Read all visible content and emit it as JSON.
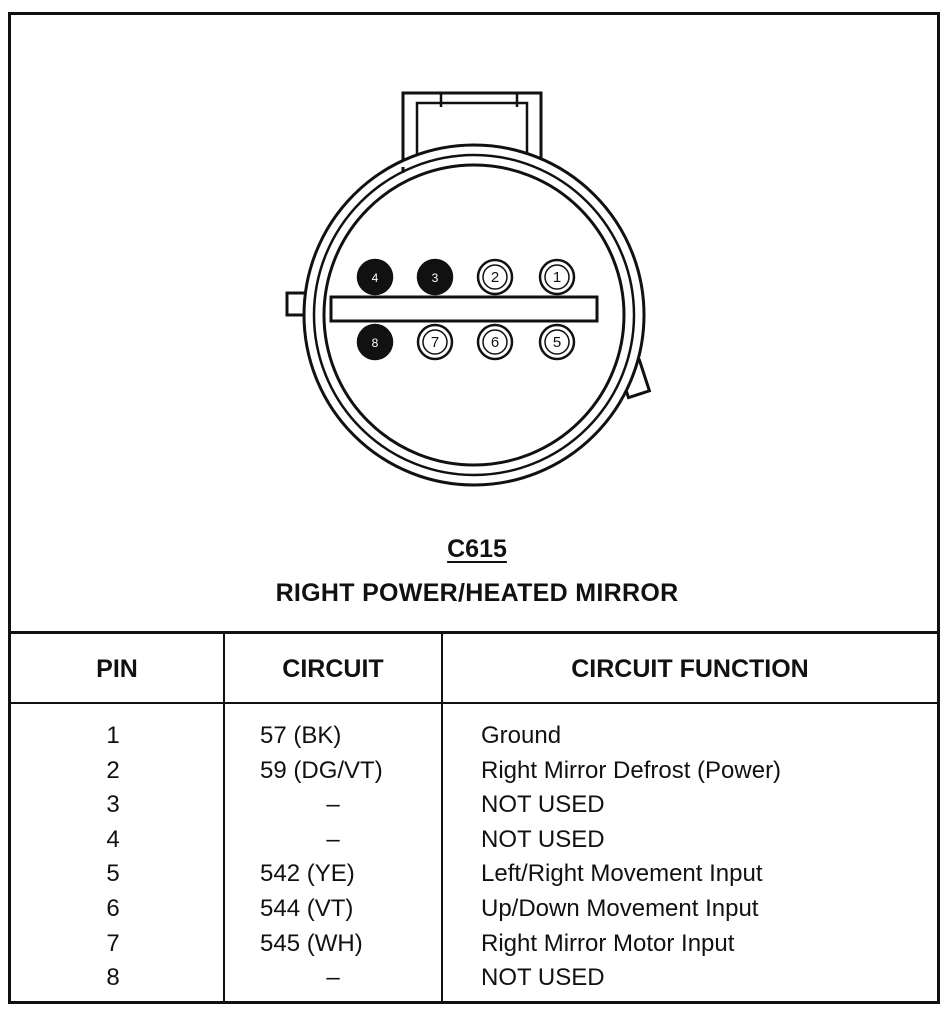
{
  "connector": {
    "id": "C615",
    "name": "RIGHT POWER/HEATED MIRROR"
  },
  "diagram": {
    "top_row": [
      {
        "pin": "4",
        "filled": true
      },
      {
        "pin": "3",
        "filled": true
      },
      {
        "pin": "2",
        "filled": false
      },
      {
        "pin": "1",
        "filled": false
      }
    ],
    "bottom_row": [
      {
        "pin": "8",
        "filled": true
      },
      {
        "pin": "7",
        "filled": false
      },
      {
        "pin": "6",
        "filled": false
      },
      {
        "pin": "5",
        "filled": false
      }
    ]
  },
  "table": {
    "headers": {
      "pin": "PIN",
      "circuit": "CIRCUIT",
      "function": "CIRCUIT FUNCTION"
    },
    "rows": [
      {
        "pin": "1",
        "circuit": "57 (BK)",
        "function": "Ground"
      },
      {
        "pin": "2",
        "circuit": "59 (DG/VT)",
        "function": "Right Mirror Defrost (Power)"
      },
      {
        "pin": "3",
        "circuit": "–",
        "function": "NOT USED"
      },
      {
        "pin": "4",
        "circuit": "–",
        "function": "NOT USED"
      },
      {
        "pin": "5",
        "circuit": "542 (YE)",
        "function": "Left/Right Movement Input"
      },
      {
        "pin": "6",
        "circuit": "544 (VT)",
        "function": "Up/Down Movement Input"
      },
      {
        "pin": "7",
        "circuit": "545 (WH)",
        "function": "Right Mirror Motor Input"
      },
      {
        "pin": "8",
        "circuit": "–",
        "function": "NOT USED"
      }
    ]
  }
}
